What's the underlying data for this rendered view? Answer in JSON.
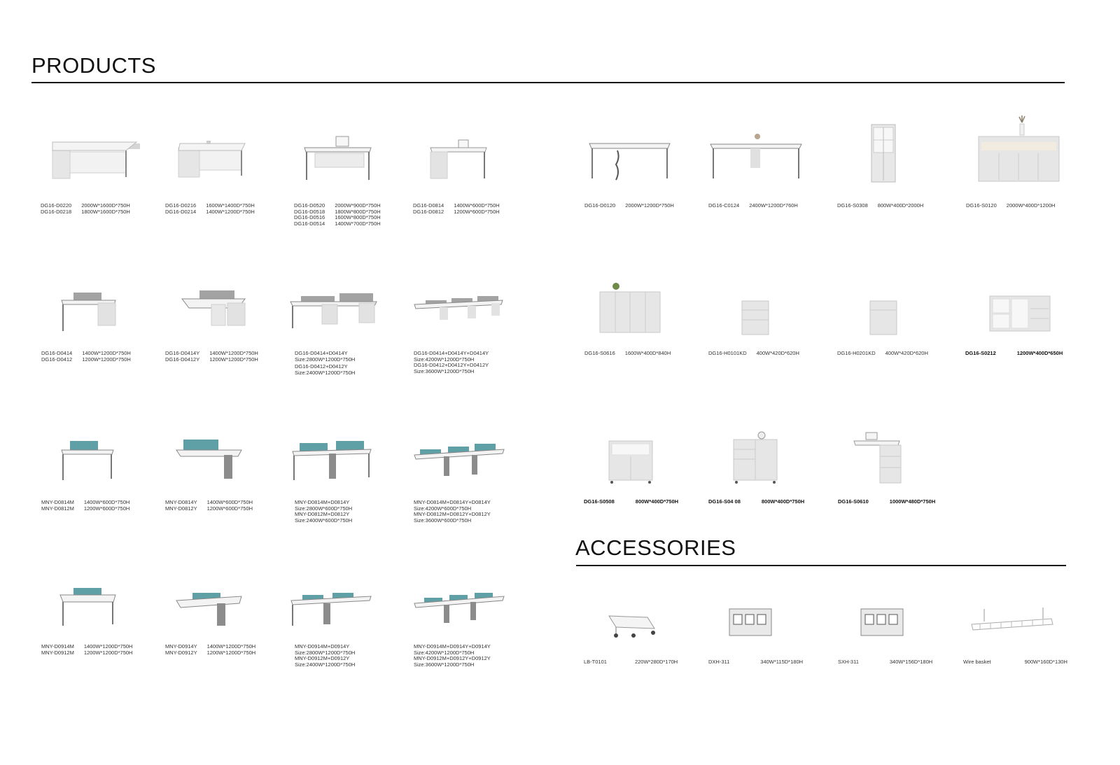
{
  "products": {
    "title": "PRODUCTS",
    "left": [
      {
        "codes": [
          "DG16-D0220",
          "DG16-D0218"
        ],
        "dims": [
          "2000W*1600D*750H",
          "1800W*1600D*750H"
        ],
        "icon": "l-shaped-executive-desk"
      },
      {
        "codes": [
          "DG16-D0216",
          "DG16-D0214"
        ],
        "dims": [
          "1600W*1400D*750H",
          "1400W*1200D*750H"
        ],
        "icon": "l-shaped-executive-desk"
      },
      {
        "codes": [
          "DG16-D0520",
          "DG16-D0518",
          "DG16-D0516",
          "DG16-D0514"
        ],
        "dims": [
          "2000W*900D*750H",
          "1800W*800D*750H",
          "1600W*800D*750H",
          "1400W*700D*750H"
        ],
        "icon": "straight-desk"
      },
      {
        "codes": [
          "DG16-D0814",
          "DG16-D0812"
        ],
        "dims": [
          "1400W*600D*750H",
          "1200W*600D*750H"
        ],
        "icon": "desk-with-pedestal"
      },
      {
        "codes": [
          "DG16-D0414",
          "DG16-D0412"
        ],
        "dims": [
          "1400W*1200D*750H",
          "1200W*1200D*750H"
        ],
        "icon": "workstation-single"
      },
      {
        "codes": [
          "DG16-D0414Y",
          "DG16-D0412Y"
        ],
        "dims": [
          "1400W*1200D*750H",
          "1200W*1200D*750H"
        ],
        "icon": "workstation-double"
      },
      {
        "lines": [
          "DG16-D0414+D0414Y",
          "Size:2800W*1200D*750H",
          "DG16-D0412+D0412Y",
          "Size:2400W*1200D*750H"
        ],
        "icon": "workstation-four"
      },
      {
        "lines": [
          "DG16-D0414+D0414Y+D0414Y",
          "Size:4200W*1200D*750H",
          "DG16-D0412+D0412Y+D0412Y",
          "Size:3600W*1200D*750H"
        ],
        "icon": "workstation-six"
      },
      {
        "codes": [
          "MNY-D0814M",
          "MNY-D0812M"
        ],
        "dims": [
          "1400W*600D*750H",
          "1200W*600D*750H"
        ],
        "icon": "bench-desk-single"
      },
      {
        "codes": [
          "MNY-D0814Y",
          "MNY-D0812Y"
        ],
        "dims": [
          "1400W*600D*750H",
          "1200W*600D*750H"
        ],
        "icon": "bench-desk-add-on"
      },
      {
        "lines": [
          "MNY-D0814M+D0814Y",
          "Size:2800W*600D*750H",
          "MNY-D0812M+D0812Y",
          "Size:2400W*600D*750H"
        ],
        "icon": "bench-desk-double"
      },
      {
        "lines": [
          "MNY-D0814M+D0814Y+D0814Y",
          "Size:4200W*600D*750H",
          "MNY-D0812M+D0812Y+D0812Y",
          "Size:3600W*600D*750H"
        ],
        "icon": "bench-desk-triple"
      },
      {
        "codes": [
          "MNY-D0914M",
          "MNY-D0912M"
        ],
        "dims": [
          "1400W*1200D*750H",
          "1200W*1200D*750H"
        ],
        "icon": "bench-face-single"
      },
      {
        "codes": [
          "MNY-D0914Y",
          "MNY-D0912Y"
        ],
        "dims": [
          "1400W*1200D*750H",
          "1200W*1200D*750H"
        ],
        "icon": "bench-face-add-on"
      },
      {
        "lines": [
          "MNY-D0914M+D0914Y",
          "Size:2800W*1200D*750H",
          "MNY-D0912M+D0912Y",
          "Size:2400W*1200D*750H"
        ],
        "icon": "bench-face-double"
      },
      {
        "lines": [
          "MNY-D0914M+D0914Y+D0914Y",
          "Size:4200W*1200D*750H",
          "MNY-D0912M+D0912Y+D0912Y",
          "Size:3600W*1200D*750H"
        ],
        "icon": "bench-face-triple"
      }
    ],
    "right": [
      {
        "code": "DG16-D0120",
        "dim": "2000W*1200D*750H",
        "icon": "meeting-table"
      },
      {
        "code": "DG16-C0124",
        "dim": "2400W*1200D*760H",
        "icon": "meeting-table"
      },
      {
        "code": "DG16-S0308",
        "dim": "800W*400D*2000H",
        "icon": "tall-cabinet"
      },
      {
        "code": "DG16-S0120",
        "dim": "2000W*400D*1200H",
        "icon": "sideboard"
      },
      {
        "code": "DG16-S0616",
        "dim": "1600W*400D*840H",
        "icon": "low-cabinet"
      },
      {
        "code": "DG16-H0101KD",
        "dim": "400W*420D*620H",
        "icon": "mobile-pedestal"
      },
      {
        "code": "DG16-H0201KD",
        "dim": "400W*420D*620H",
        "icon": "mobile-pedestal"
      },
      {
        "code": "DG16-S0212",
        "dim": "1200W*400D*650H",
        "icon": "open-cabinet",
        "bold": true
      },
      {
        "code": "DG16-S0508",
        "dim": "800W*400D*750H",
        "icon": "side-cabinet",
        "bold": true
      },
      {
        "code": "DG16-S04 08",
        "dim": "800W*400D*750H",
        "icon": "side-cabinet-drawers",
        "bold": true
      },
      {
        "code": "DG16-S0610",
        "dim": "1000W*480D*750H",
        "icon": "cabinet-with-shelf",
        "bold": true
      }
    ]
  },
  "accessories": {
    "title": "ACCESSORIES",
    "items": [
      {
        "code": "LB-T0101",
        "dim": "220W*280D*170H",
        "icon": "cpu-trolley"
      },
      {
        "code": "DXH-311",
        "dim": "340W*115D*180H",
        "icon": "power-socket-box"
      },
      {
        "code": "SXH-311",
        "dim": "340W*156D*180H",
        "icon": "power-socket-box"
      },
      {
        "code": "Wire basket",
        "dim": "900W*160D*130H",
        "icon": "wire-basket"
      }
    ]
  },
  "colors": {
    "desk_top": "#ededed",
    "frame": "#8a8a8a",
    "cabinet": "#e4e4e4",
    "screen_grey": "#9a9a9a",
    "screen_teal": "#5fa0a6"
  }
}
